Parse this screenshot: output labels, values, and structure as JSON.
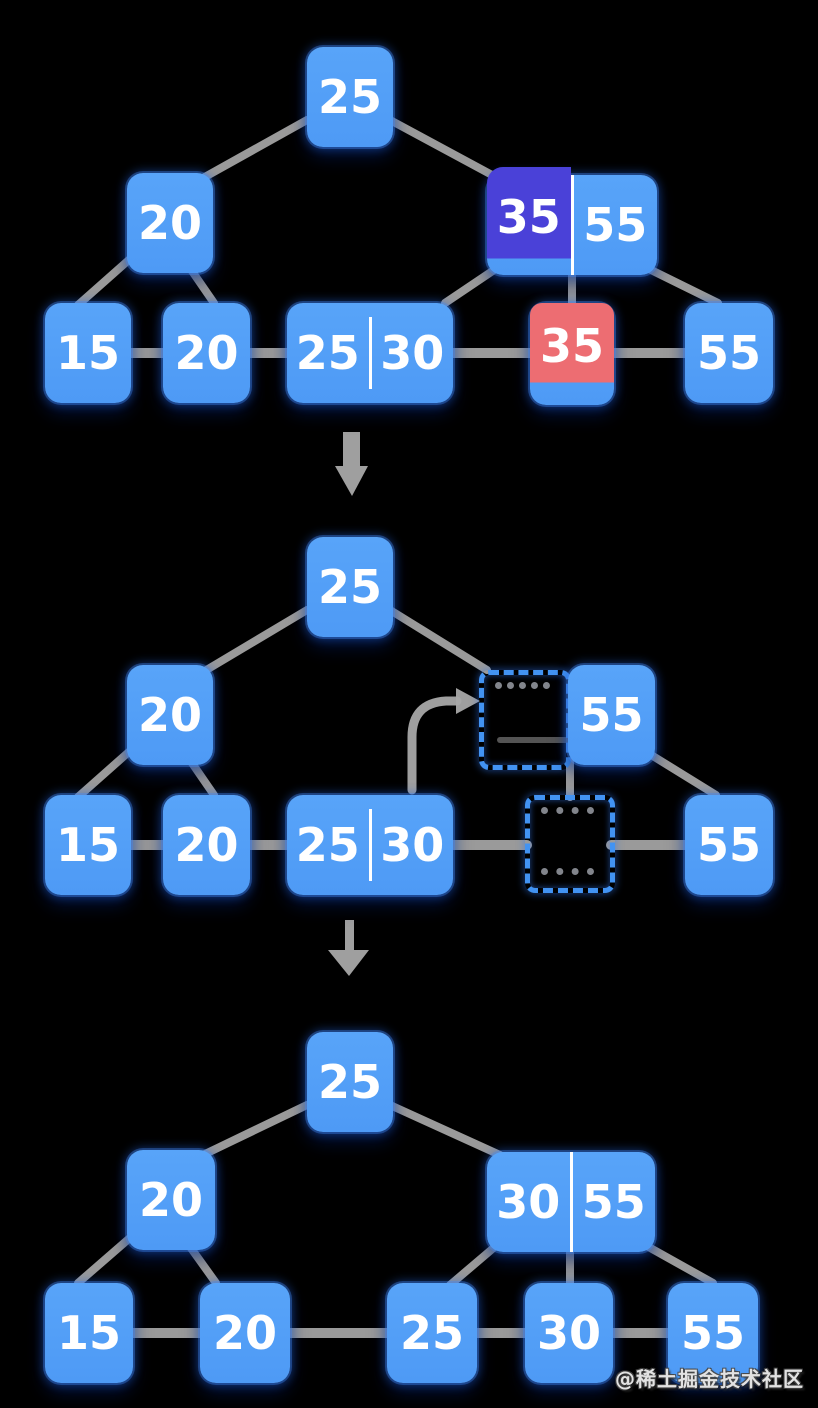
{
  "watermark": {
    "text": "@稀土掘金技术社区"
  },
  "colors": {
    "background": "#000000",
    "node_blue": "#54A0F6",
    "highlight_purple": "#4A41D8",
    "highlight_red": "#ED6D72",
    "connector_gray": "#ABABAB",
    "ghost_dashed_blue": "#4293F2",
    "key_text": "#FFFFFF"
  },
  "icons": {
    "step_arrow_1": "down-arrow",
    "step_arrow_2": "down-arrow",
    "promote_arrow": "curved-right-arrow"
  },
  "step1": {
    "root": "25",
    "internal_left": "20",
    "internal_right": {
      "key1": "35",
      "key2": "55"
    },
    "leaf1": "15",
    "leaf2": "20",
    "leaf3": {
      "key1": "25",
      "key2": "30"
    },
    "leaf4": "35",
    "leaf5": "55"
  },
  "step2": {
    "root": "25",
    "internal_left": "20",
    "internal_right": {
      "key2": "55"
    },
    "leaf1": "15",
    "leaf2": "20",
    "leaf3": {
      "key1": "25",
      "key2": "30"
    },
    "leaf5": "55"
  },
  "step3": {
    "root": "25",
    "internal_left": "20",
    "internal_right": {
      "key1": "30",
      "key2": "55"
    },
    "leaf1": "15",
    "leaf2": "20",
    "leaf3": "25",
    "leaf4": "30",
    "leaf5": "55"
  }
}
